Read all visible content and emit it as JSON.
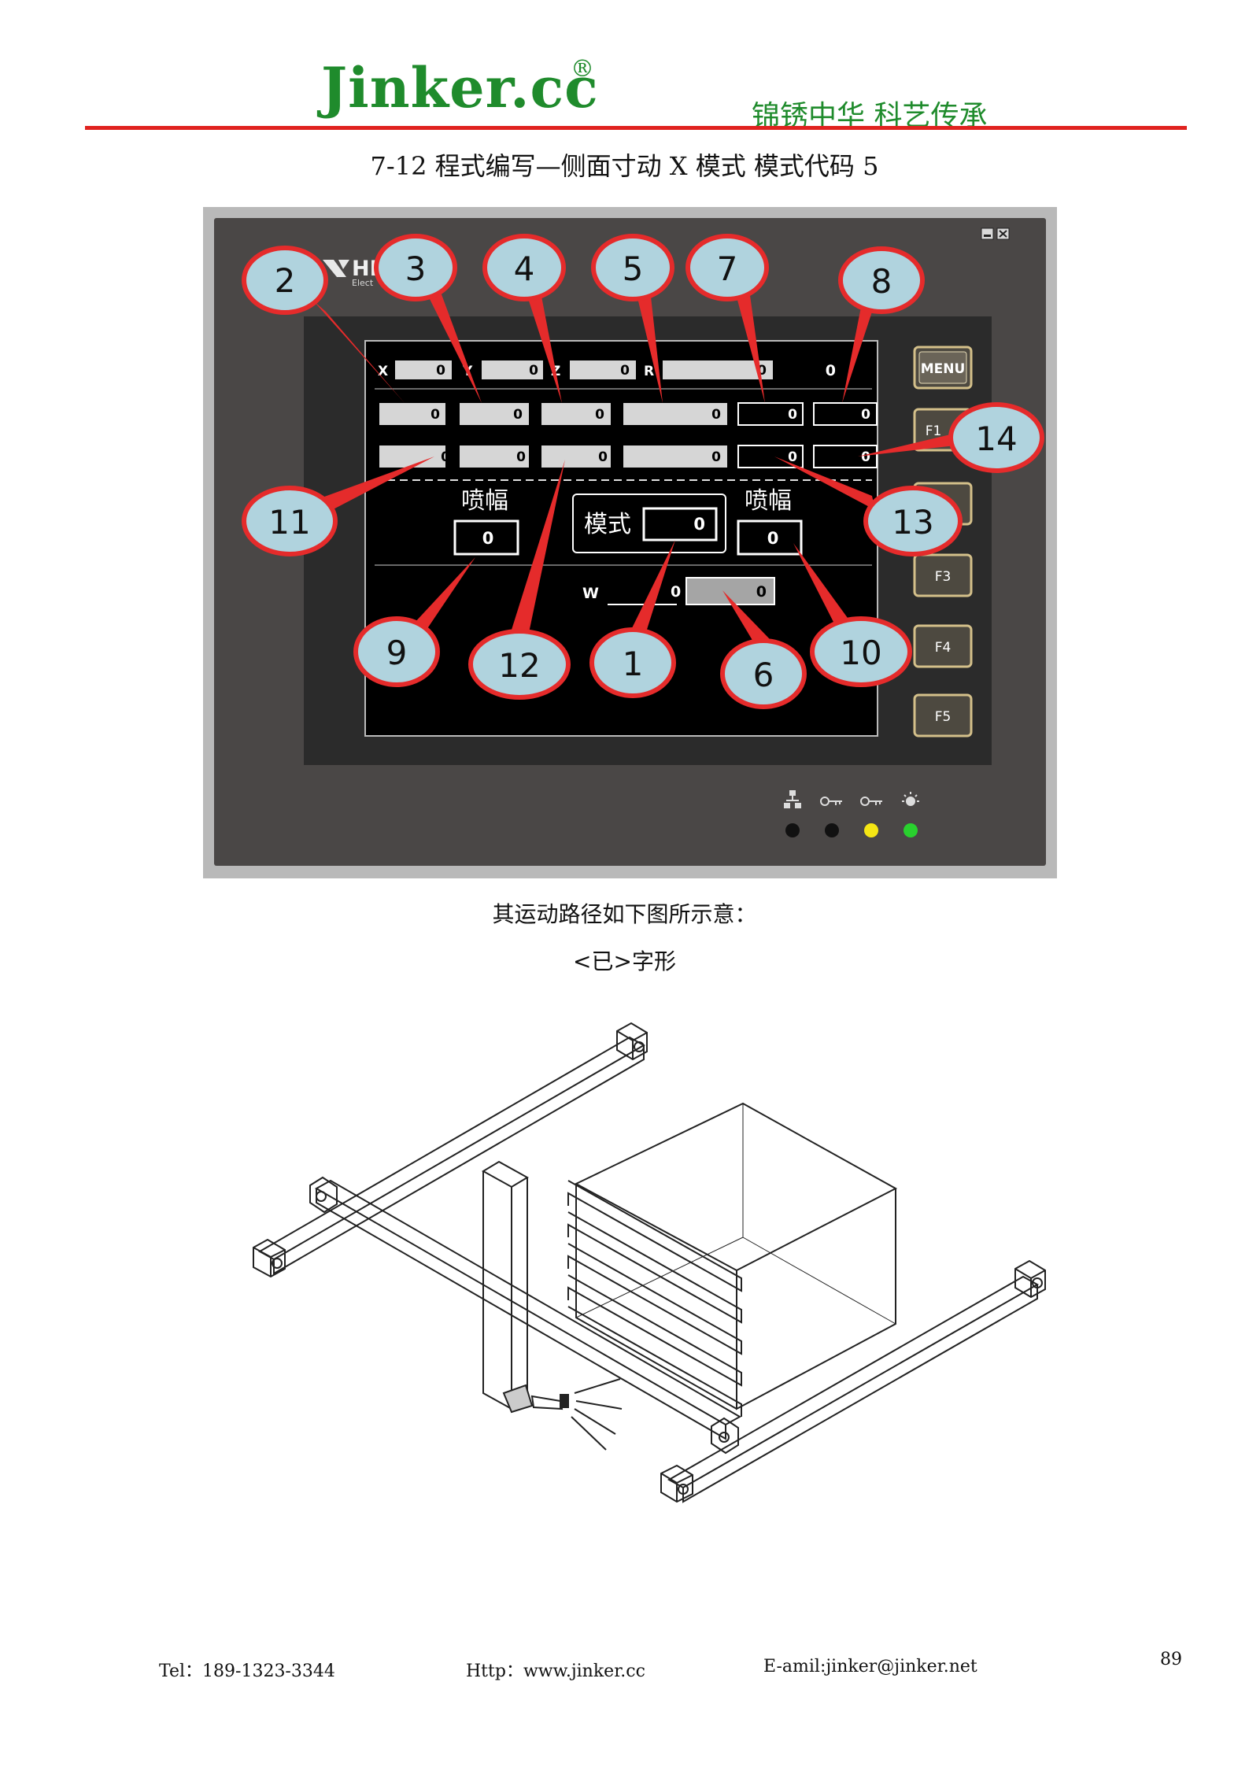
{
  "header": {
    "logo_text": "Jinker.cc",
    "registered_mark": "®",
    "slogan": "锦锈中华 科艺传承",
    "brand_color": "#1f8b2c",
    "rule_color": "#e0221f"
  },
  "section_title": "7-12 程式编写—侧面寸动 X 模式 模式代码 5",
  "hmi": {
    "brand_partial": "HI",
    "brand_sub": "Elect",
    "axis_labels": [
      "X",
      "Y",
      "Z",
      "R"
    ],
    "axis_values": [
      "0",
      "0",
      "0",
      "0"
    ],
    "top_right_value": "0",
    "row1_values": [
      "0",
      "0",
      "0",
      "0",
      "0",
      "0"
    ],
    "row2_values": [
      "0",
      "0",
      "0",
      "0",
      "0",
      "0"
    ],
    "spray_label_left": "喷幅",
    "spray_value_left": "0",
    "mode_label": "模式",
    "mode_value": "0",
    "spray_label_right": "喷幅",
    "spray_value_right": "0",
    "w_label": "W",
    "w_value": "0",
    "w_field_value": "0",
    "side_buttons": [
      "MENU",
      "F1",
      "F2",
      "F3",
      "F4",
      "F5"
    ],
    "callouts": [
      "1",
      "2",
      "3",
      "4",
      "5",
      "6",
      "7",
      "8",
      "9",
      "10",
      "11",
      "12",
      "13",
      "14"
    ],
    "led_colors": [
      "#111111",
      "#111111",
      "#f5e614",
      "#29d12e"
    ]
  },
  "caption_path": "其运动路径如下图所示意：",
  "caption_shape": "<已>字形",
  "footer": {
    "tel": "Tel：189-1323-3344",
    "http_label": "Http：",
    "http_link": "www.jinker.cc",
    "email": "E-amil:jinker@jinker.net",
    "page_number": "89"
  }
}
